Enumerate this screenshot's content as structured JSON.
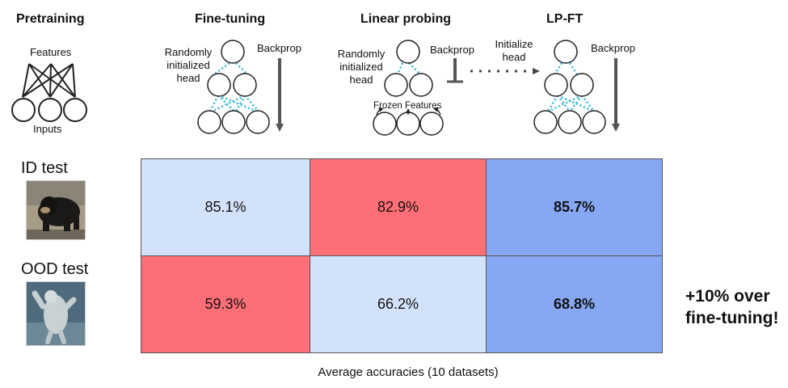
{
  "headers": {
    "pretraining": "Pretraining",
    "fine_tuning": "Fine-tuning",
    "linear_probing": "Linear probing",
    "lp_ft": "LP-FT"
  },
  "pretraining_labels": {
    "features": "Features",
    "inputs": "Inputs"
  },
  "fine_tuning_labels": {
    "head": [
      "Randomly",
      "initialized",
      "head"
    ],
    "backprop": "Backprop"
  },
  "linear_probing_labels": {
    "head": [
      "Randomly",
      "initialized",
      "head"
    ],
    "backprop": "Backprop",
    "frozen": "Frozen Features"
  },
  "lp_ft_labels": {
    "initialize": [
      "Initialize",
      "head"
    ],
    "backprop": "Backprop"
  },
  "rows": [
    {
      "label": "ID test",
      "image": "bear-photo"
    },
    {
      "label": "OOD test",
      "image": "polar-bear-photo"
    }
  ],
  "table": {
    "columns": [
      "Fine-tuning",
      "Linear probing",
      "LP-FT"
    ],
    "rows": [
      "ID test",
      "OOD test"
    ],
    "values": [
      [
        "85.1%",
        "82.9%",
        "85.7%"
      ],
      [
        "59.3%",
        "66.2%",
        "68.8%"
      ]
    ],
    "numeric": [
      [
        85.1,
        82.9,
        85.7
      ],
      [
        59.3,
        66.2,
        68.8
      ]
    ],
    "bold": [
      [
        false,
        false,
        true
      ],
      [
        false,
        false,
        true
      ]
    ],
    "colors": [
      [
        "#d3e2fb",
        "#fd6f77",
        "#86a8f2"
      ],
      [
        "#fd6f77",
        "#d3e2fb",
        "#86a8f2"
      ]
    ],
    "caption": "Average accuracies (10 datasets)"
  },
  "callout": [
    "+10% over",
    "fine-tuning!"
  ],
  "colors": {
    "dotted_line": "#33b8d6",
    "arrow": "#555555",
    "circle_stroke": "#222222"
  }
}
